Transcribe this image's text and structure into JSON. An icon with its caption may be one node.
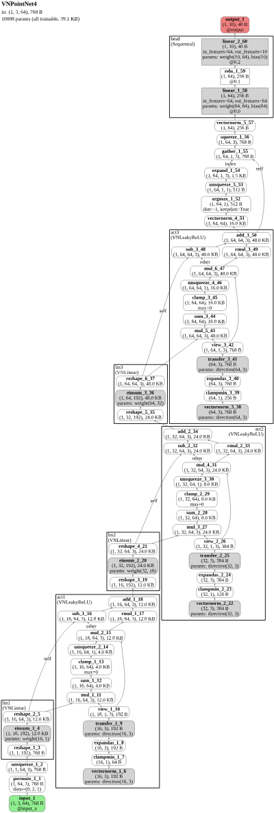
{
  "diagram": {
    "title": "VNPointNet4",
    "labels": [
      "in: (1, 3, 64), 768 B",
      "10008 params (all trainable, 39.1 KB)"
    ],
    "nodes": [
      {
        "text": [
          "output_1",
          "(1, 10), 40 B",
          "@output"
        ]
      },
      {
        "text": [
          "head",
          "(Sequential)"
        ]
      },
      {
        "text": [
          "linear_2_60",
          "(1, 10), 40 B",
          "in_features=64, out_features=10",
          "params: weight(10, 64), bias(10)",
          "@0.2"
        ],
        "in": 1
      },
      {
        "text": [
          "relu_1_59",
          "(1, 64), 256 B",
          "@0.1"
        ],
        "in": 1
      },
      {
        "text": [
          "linear_1_58",
          "(1, 64), 256 B",
          "in_features=64, out_features=64",
          "params: weight(64, 64), bias(64)",
          "@0.0"
        ],
        "in": 1
      },
      {
        "text": [
          "vectornorm_5_57",
          "(1, 64), 256 B"
        ]
      },
      {
        "text": [
          "squeeze_1_56",
          "(1, 64, 3), 768 B"
        ]
      },
      {
        "text": [
          "gather_1_55",
          "(1, 64, 1, 3), 768 B"
        ]
      },
      {
        "text": [
          "expand_1_54",
          "(1, 64, 1, 3), 1.5 KB"
        ]
      },
      {
        "text": [
          "unsqueeze_5_53",
          "(1, 64, 1, 1), 512 B"
        ]
      },
      {
        "text": [
          "argmax_1_52",
          "(1, 64, 1), 512 B",
          "dim=-1, keepdim=True"
        ]
      },
      {
        "text": [
          "vectornorm_4_51",
          "(1, 64, 64), 16.0 KB"
        ]
      },
      {
        "text": [
          "act3",
          "(VNLeakyReLU)"
        ]
      },
      {
        "text": [
          "add_3_50",
          "(1, 64, 64, 3), 48.0 KB"
        ],
        "in": 12
      },
      {
        "text": [
          "sub_3_48",
          "(1, 64, 64, 3), 48.0 KB"
        ],
        "in": 12
      },
      {
        "text": [
          "rmul_3_49",
          "(1, 64, 64, 3), 48.0 KB"
        ],
        "in": 12
      },
      {
        "text": [
          "mul_6_47",
          "(1, 64, 64, 3), 48.0 KB"
        ],
        "in": 12
      },
      {
        "text": [
          "unsqueeze_4_46",
          "(1, 64, 64, 1), 16.0 KB"
        ],
        "in": 12
      },
      {
        "text": [
          "clamp_3_45",
          "(1, 64, 64), 16.0 KB",
          "max=0"
        ],
        "in": 12
      },
      {
        "text": [
          "sum_3_44",
          "(1, 64, 64), 16.0 KB"
        ],
        "in": 12
      },
      {
        "text": [
          "mul_5_43",
          "(1, 64, 64, 3), 48.0 KB"
        ],
        "in": 12
      },
      {
        "text": [
          "view_3_42",
          "(1, 64, 1, 3), 768 B"
        ],
        "in": 12
      },
      {
        "text": [
          "transfer_3_41",
          "(64, 3), 768 B",
          "params: direction(64, 3)"
        ],
        "in": 12
      },
      {
        "text": [
          "expandas_3_40",
          "(64, 3), 768 B"
        ],
        "in": 12
      },
      {
        "text": [
          "clampmin_3_39",
          "(64, 1), 256 B"
        ],
        "in": 12
      },
      {
        "text": [
          "vectornorm_3_38",
          "(64, 3), 768 B",
          "params: direction(64, 3)"
        ],
        "in": 12
      },
      {
        "text": [
          "lin3",
          "(VNLinear)"
        ]
      },
      {
        "text": [
          "reshape_6_37",
          "(1, 64, 64, 3), 48.0 KB"
        ],
        "in": 26
      },
      {
        "text": [
          "einsum_3_36",
          "(1, 64, 192), 48.0 KB",
          "params: weight(64, 32)"
        ],
        "in": 26
      },
      {
        "text": [
          "reshape_5_35",
          "(1, 32, 192), 24.0 KB"
        ],
        "in": 26
      },
      {
        "text": [
          "act2",
          "(VNLeakyReLU)"
        ]
      },
      {
        "text": [
          "add_2_34",
          "(1, 32, 64, 3), 24.0 KB"
        ],
        "in": 30
      },
      {
        "text": [
          "sub_2_32",
          "(1, 32, 64, 3), 24.0 KB"
        ],
        "in": 30
      },
      {
        "text": [
          "rmul_2_33",
          "(1, 32, 64, 3), 24.0 KB"
        ],
        "in": 30
      },
      {
        "text": [
          "mul_4_31",
          "(1, 32, 64, 3), 24.0 KB"
        ],
        "in": 30
      },
      {
        "text": [
          "unsqueeze_3_30",
          "(1, 32, 64, 1), 8.0 KB"
        ],
        "in": 30
      },
      {
        "text": [
          "clamp_2_29",
          "(1, 32, 64), 8.0 KB",
          "max=0"
        ],
        "in": 30
      },
      {
        "text": [
          "sum_2_28",
          "(1, 32, 64), 8.0 KB"
        ],
        "in": 30
      },
      {
        "text": [
          "mul_3_27",
          "(1, 32, 64, 3), 24.0 KB"
        ],
        "in": 30
      },
      {
        "text": [
          "view_2_26",
          "(1, 32, 1, 3), 384 B"
        ],
        "in": 30
      },
      {
        "text": [
          "transfer_2_25",
          "(32, 3), 384 B",
          "params: direction(32, 3)"
        ],
        "in": 30
      },
      {
        "text": [
          "expandas_2_24",
          "(32, 3), 384 B"
        ],
        "in": 30
      },
      {
        "text": [
          "clampmin_2_23",
          "(32, 1), 128 B"
        ],
        "in": 30
      },
      {
        "text": [
          "vectornorm_2_22",
          "(32, 3), 384 B",
          "params: direction(32, 3)"
        ],
        "in": 30
      },
      {
        "text": [
          "lin2",
          "(VNLinear)"
        ]
      },
      {
        "text": [
          "reshape_4_21",
          "(1, 32, 64, 3), 24.0 KB"
        ],
        "in": 44
      },
      {
        "text": [
          "einsum_2_20",
          "(1, 32, 192), 24.0 KB",
          "params: weight(32, 16)"
        ],
        "in": 44
      },
      {
        "text": [
          "reshape_3_19",
          "(1, 16, 192), 12.0 KB"
        ],
        "in": 44
      },
      {
        "text": [
          "act1",
          "(VNLeakyReLU)"
        ]
      },
      {
        "text": [
          "add_1_18",
          "(1, 16, 64, 3), 12.0 KB"
        ],
        "in": 48
      },
      {
        "text": [
          "sub_1_16",
          "(1, 16, 64, 3), 12.0 KB"
        ],
        "in": 48
      },
      {
        "text": [
          "rmul_1_17",
          "(1, 16, 64, 3), 12.0 KB"
        ],
        "in": 48
      },
      {
        "text": [
          "mul_2_15",
          "(1, 16, 64, 3), 12.0 KB"
        ],
        "in": 48
      },
      {
        "text": [
          "unsqueeze_2_14",
          "(1, 16, 64, 1), 4.0 KB"
        ],
        "in": 48
      },
      {
        "text": [
          "clamp_1_13",
          "(1, 16, 64), 4.0 KB",
          "max=0"
        ],
        "in": 48
      },
      {
        "text": [
          "sum_1_12",
          "(1, 16, 64), 4.0 KB"
        ],
        "in": 48
      },
      {
        "text": [
          "mul_1_11",
          "(1, 16, 64, 3), 12.0 KB"
        ],
        "in": 48
      },
      {
        "text": [
          "view_1_10",
          "(1, 16, 1, 3), 192 B"
        ],
        "in": 48
      },
      {
        "text": [
          "transfer_1_9",
          "(16, 3), 192 B",
          "params: direction(16, 3)"
        ],
        "in": 48
      },
      {
        "text": [
          "expandas_1_8",
          "(16, 3), 192 B"
        ],
        "in": 48
      },
      {
        "text": [
          "clampmin_1_7",
          "(16, 1), 64 B"
        ],
        "in": 48
      },
      {
        "text": [
          "vectornorm_1_6",
          "(16, 3), 192 B",
          "params: direction(16, 3)"
        ],
        "in": 48
      },
      {
        "text": [
          "lin1",
          "(VNLinear)"
        ]
      },
      {
        "text": [
          "reshape_2_5",
          "(1, 16, 64, 3), 12.0 KB"
        ],
        "in": 62
      },
      {
        "text": [
          "einsum_1_4",
          "(1, 16, 192), 12.0 KB",
          "params: weight(16, 1)"
        ],
        "in": 62
      },
      {
        "text": [
          "reshape_1_3",
          "(1, 1, 192), 768 B"
        ],
        "in": 62
      },
      {
        "text": [
          "unsqueeze_1_2",
          "(1, 1, 64, 3), 768 B"
        ]
      },
      {
        "text": [
          "permute_1_1",
          "(1, 64, 3), 768 B",
          "dims=(0, 2, 1)"
        ]
      },
      {
        "text": [
          "input_1",
          "(1, 3, 64), 768 B",
          "@input_x"
        ]
      }
    ],
    "edges": [
      {
        "from": 2,
        "to": 0,
        "arrow": "to"
      },
      {
        "from": 3,
        "to": 2,
        "arrow": "to"
      },
      {
        "from": 4,
        "to": 3,
        "arrow": "to"
      },
      {
        "from": 5,
        "to": 4,
        "arrow": "to"
      },
      {
        "from": 6,
        "to": 5,
        "arrow": "to"
      },
      {
        "from": 7,
        "to": 6,
        "arrow": "to"
      },
      {
        "from": 8,
        "to": 7,
        "arrow": "to",
        "label": "index"
      },
      {
        "from": 13,
        "to": 7,
        "arrow": "to",
        "label": "self"
      },
      {
        "from": 9,
        "to": 8,
        "arrow": "to"
      },
      {
        "from": 10,
        "to": 9,
        "arrow": "to"
      },
      {
        "from": 11,
        "to": 10,
        "arrow": "to"
      },
      {
        "from": 13,
        "to": 11,
        "arrow": "to"
      },
      {
        "from": 14,
        "to": 13,
        "arrow": "to"
      },
      {
        "from": 15,
        "to": 13,
        "arrow": "to"
      },
      {
        "from": 16,
        "to": 14,
        "arrow": "to",
        "label": "other"
      },
      {
        "from": 16,
        "to": 15,
        "arrow": "to"
      },
      {
        "from": 27,
        "to": 14,
        "arrow": "to",
        "label": "self"
      },
      {
        "from": 17,
        "to": 16,
        "arrow": "to"
      },
      {
        "from": 21,
        "to": 16,
        "arrow": "to"
      },
      {
        "from": 18,
        "to": 17,
        "arrow": "to"
      },
      {
        "from": 19,
        "to": 18,
        "arrow": "to"
      },
      {
        "from": 20,
        "to": 19,
        "arrow": "to"
      },
      {
        "from": 21,
        "to": 20,
        "arrow": "to"
      },
      {
        "from": 27,
        "to": 20,
        "arrow": "to"
      },
      {
        "from": 22,
        "to": 21,
        "arrow": "to"
      },
      {
        "from": 23,
        "to": 22,
        "arrow": "to"
      },
      {
        "from": 24,
        "to": 23,
        "arrow": "to"
      },
      {
        "from": 25,
        "to": 24,
        "arrow": "to"
      },
      {
        "from": 28,
        "to": 27,
        "arrow": "to"
      },
      {
        "from": 29,
        "to": 28,
        "arrow": "to"
      },
      {
        "from": 31,
        "to": 29,
        "arrow": "to"
      },
      {
        "from": 32,
        "to": 31,
        "arrow": "to"
      },
      {
        "from": 33,
        "to": 31,
        "arrow": "to"
      },
      {
        "from": 34,
        "to": 32,
        "arrow": "to",
        "label": "other"
      },
      {
        "from": 34,
        "to": 33,
        "arrow": "to"
      },
      {
        "from": 45,
        "to": 32,
        "arrow": "to",
        "label": "self"
      },
      {
        "from": 35,
        "to": 34,
        "arrow": "to"
      },
      {
        "from": 39,
        "to": 34,
        "arrow": "to"
      },
      {
        "from": 36,
        "to": 35,
        "arrow": "to"
      },
      {
        "from": 37,
        "to": 36,
        "arrow": "to"
      },
      {
        "from": 38,
        "to": 37,
        "arrow": "to"
      },
      {
        "from": 39,
        "to": 38,
        "arrow": "to"
      },
      {
        "from": 45,
        "to": 38,
        "arrow": "to"
      },
      {
        "from": 40,
        "to": 39,
        "arrow": "to"
      },
      {
        "from": 41,
        "to": 40,
        "arrow": "to"
      },
      {
        "from": 42,
        "to": 41,
        "arrow": "to"
      },
      {
        "from": 43,
        "to": 42,
        "arrow": "to"
      },
      {
        "from": 46,
        "to": 45,
        "arrow": "to"
      },
      {
        "from": 47,
        "to": 46,
        "arrow": "to"
      },
      {
        "from": 49,
        "to": 47,
        "arrow": "to"
      },
      {
        "from": 50,
        "to": 49,
        "arrow": "to"
      },
      {
        "from": 51,
        "to": 49,
        "arrow": "to"
      },
      {
        "from": 52,
        "to": 50,
        "arrow": "to",
        "label": "other"
      },
      {
        "from": 52,
        "to": 51,
        "arrow": "to"
      },
      {
        "from": 63,
        "to": 50,
        "arrow": "to",
        "label": "self"
      },
      {
        "from": 53,
        "to": 52,
        "arrow": "to"
      },
      {
        "from": 57,
        "to": 52,
        "arrow": "to"
      },
      {
        "from": 54,
        "to": 53,
        "arrow": "to"
      },
      {
        "from": 55,
        "to": 54,
        "arrow": "to"
      },
      {
        "from": 56,
        "to": 55,
        "arrow": "to"
      },
      {
        "from": 57,
        "to": 56,
        "arrow": "to"
      },
      {
        "from": 63,
        "to": 56,
        "arrow": "to"
      },
      {
        "from": 58,
        "to": 57,
        "arrow": "to"
      },
      {
        "from": 59,
        "to": 58,
        "arrow": "to"
      },
      {
        "from": 60,
        "to": 59,
        "arrow": "to"
      },
      {
        "from": 61,
        "to": 60,
        "arrow": "to"
      },
      {
        "from": 64,
        "to": 63,
        "arrow": "to"
      },
      {
        "from": 65,
        "to": 64,
        "arrow": "to"
      },
      {
        "from": 66,
        "to": 65,
        "arrow": "to"
      },
      {
        "from": 67,
        "to": 66,
        "arrow": "to"
      },
      {
        "from": 68,
        "to": 67,
        "arrow": "to"
      }
    ]
  }
}
